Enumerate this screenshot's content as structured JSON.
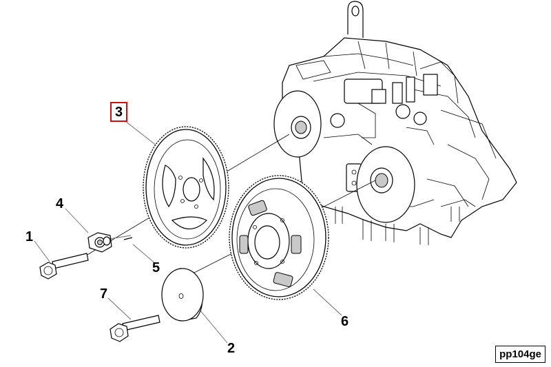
{
  "diagram": {
    "callouts": [
      {
        "id": "1",
        "label": "1"
      },
      {
        "id": "2",
        "label": "2"
      },
      {
        "id": "3",
        "label": "3",
        "highlighted": true
      },
      {
        "id": "4",
        "label": "4"
      },
      {
        "id": "5",
        "label": "5"
      },
      {
        "id": "6",
        "label": "6"
      },
      {
        "id": "7",
        "label": "7"
      }
    ],
    "reference_code": "pp104ge",
    "colors": {
      "line": "#000000",
      "highlight_box": "#d01010",
      "background": "#ffffff"
    }
  }
}
